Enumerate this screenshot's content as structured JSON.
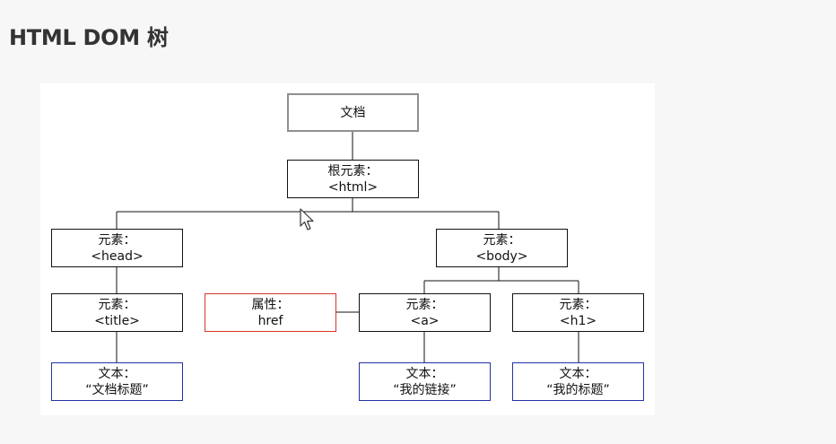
{
  "heading": "HTML DOM 树",
  "nodes": {
    "document": {
      "line1": "文档"
    },
    "root": {
      "line1": "根元素：",
      "line2": "<html>"
    },
    "head": {
      "line1": "元素：",
      "line2": "<head>"
    },
    "body": {
      "line1": "元素：",
      "line2": "<body>"
    },
    "title": {
      "line1": "元素：",
      "line2": "<title>"
    },
    "attribute": {
      "line1": "属性：",
      "line2": "href"
    },
    "a": {
      "line1": "元素：",
      "line2": "<a>"
    },
    "h1": {
      "line1": "元素：",
      "line2": "<h1>"
    },
    "text_title": {
      "line1": "文本：",
      "line2": "“文档标题”"
    },
    "text_link": {
      "line1": "文本：",
      "line2": "“我的链接”"
    },
    "text_h1": {
      "line1": "文本：",
      "line2": "“我的标题”"
    }
  },
  "colors": {
    "document_border": "#8f8f8f",
    "attribute_border": "#d9342b",
    "text_border": "#2431a6",
    "element_border": "#111111"
  }
}
